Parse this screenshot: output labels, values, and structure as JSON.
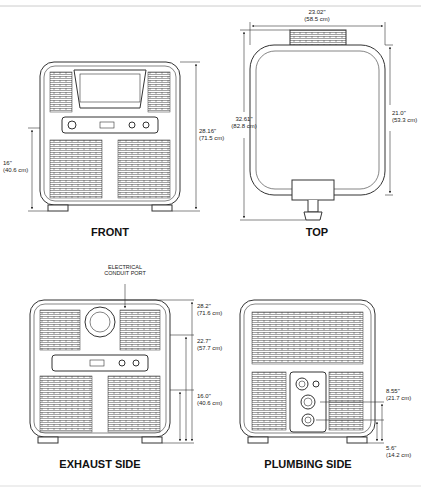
{
  "diagram": {
    "labels": [
      "28.16\"",
      "(71.5 cm)",
      "16\"",
      "(40.6 cm)",
      "23.02\"",
      "(58.5 cm)",
      "32.61\"",
      "(82.8 cm)",
      "21.0\"",
      "(53.3 cm)",
      "FRONT",
      "TOP",
      "ELECTRICAL CONDUIT PORT",
      "28.2\"",
      "(71.6 cm)",
      "22.7\"",
      "(57.7 cm)",
      "16.0\"",
      "(40.6 cm)",
      "8.55\"",
      "(21.7 cm)",
      "5.6\"",
      "(14.2 cm)",
      "EXHAUST SIDE",
      "PLUMBING SIDE"
    ]
  }
}
